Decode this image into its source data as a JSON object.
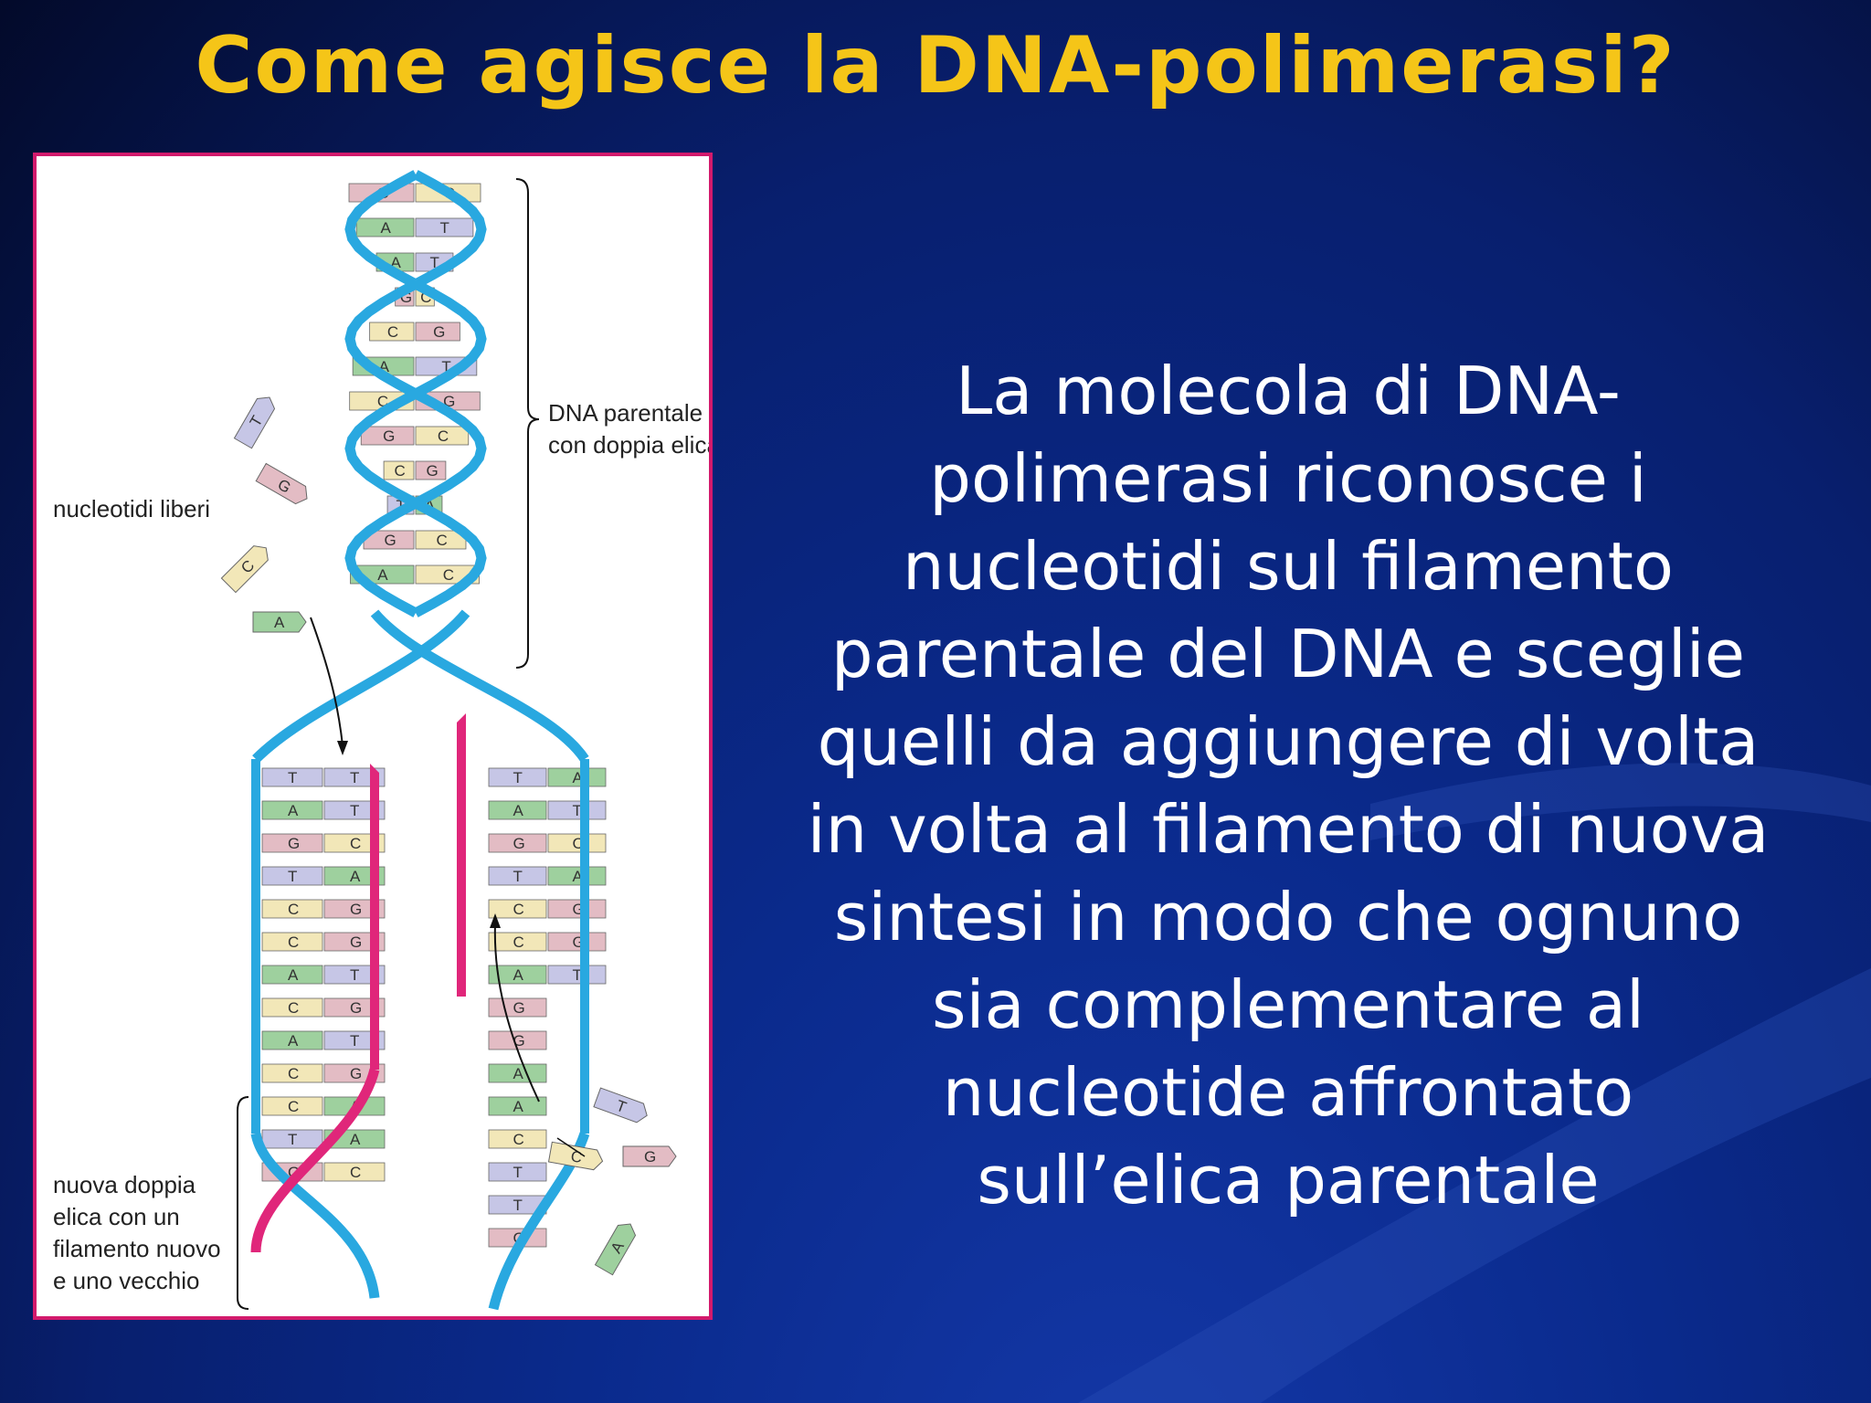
{
  "slide": {
    "title": "Come agisce la DNA-polimerasi?",
    "body_lines": [
      "La molecola di DNA-",
      "polimerasi riconosce i",
      "nucleotidi sul filamento",
      "parentale del DNA e sceglie",
      "quelli da aggiungere di volta",
      "in volta al filamento di nuova",
      "sintesi  in modo che ognuno",
      "sia complementare al",
      "nucleotide affrontato",
      "sull’elica parentale"
    ]
  },
  "figure": {
    "label_parental": [
      "DNA parentale",
      "con doppia elica"
    ],
    "label_free": "nucleotidi liberi",
    "label_new": [
      "nuova doppia",
      "elica con un",
      "filamento nuovo",
      "e uno vecchio"
    ],
    "colors": {
      "border": "#d21a6c",
      "parental_strand": "#29a8e0",
      "new_strand": "#e0267a",
      "base_G": "#e3bcc4",
      "base_C": "#f2e7b8",
      "base_A": "#9ed09e",
      "base_T": "#c6c6e6"
    },
    "parental_pairs": [
      [
        "G",
        "C"
      ],
      [
        "A",
        "T"
      ],
      [
        "A",
        "T"
      ],
      [
        "G",
        "C"
      ],
      [
        "C",
        "G"
      ],
      [
        "A",
        "T"
      ],
      [
        "C",
        "G"
      ],
      [
        "G",
        "C"
      ],
      [
        "C",
        "G"
      ],
      [
        "T",
        "A"
      ],
      [
        "G",
        "C"
      ],
      [
        "A",
        "C"
      ]
    ],
    "left_daughter_pairs": [
      [
        "T",
        "T"
      ],
      [
        "A",
        "T"
      ],
      [
        "G",
        "C"
      ],
      [
        "T",
        "A"
      ],
      [
        "C",
        "G"
      ],
      [
        "C",
        "G"
      ],
      [
        "A",
        "T"
      ],
      [
        "C",
        "G"
      ],
      [
        "A",
        "T"
      ],
      [
        "C",
        "G"
      ],
      [
        "C",
        "A"
      ],
      [
        "T",
        "A"
      ],
      [
        "G",
        "C"
      ]
    ],
    "right_daughter_pairs": [
      [
        "T",
        "A"
      ],
      [
        "A",
        "T"
      ],
      [
        "G",
        "C"
      ],
      [
        "T",
        "A"
      ],
      [
        "C",
        "G"
      ],
      [
        "C",
        "G"
      ],
      [
        "A",
        "T"
      ],
      [
        "G",
        ""
      ],
      [
        "G",
        ""
      ],
      [
        "A",
        ""
      ],
      [
        "A",
        ""
      ],
      [
        "C",
        ""
      ],
      [
        "T",
        ""
      ],
      [
        "T",
        ""
      ],
      [
        "G",
        ""
      ]
    ],
    "free_nucleotides": [
      "T",
      "G",
      "C",
      "A",
      "T",
      "C",
      "G",
      "A"
    ]
  }
}
